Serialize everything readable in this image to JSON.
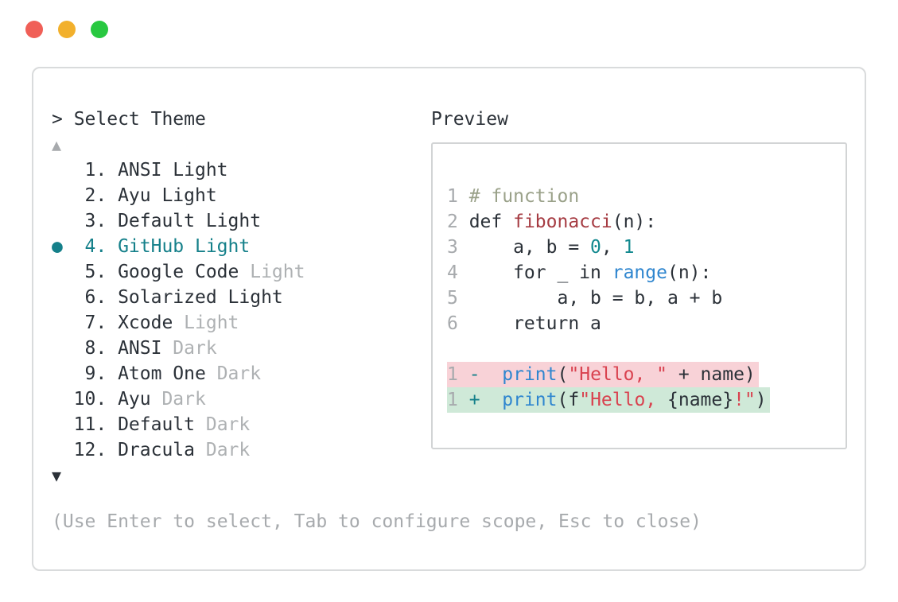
{
  "window": {
    "traffic_lights": [
      "close",
      "minimize",
      "zoom"
    ]
  },
  "selector": {
    "prompt_symbol": ">",
    "title": "Select Theme",
    "scroll_up_icon": "▲",
    "scroll_down_icon": "▼",
    "items": [
      {
        "num": "1.",
        "name": "ANSI Light",
        "dim": "",
        "selected": false
      },
      {
        "num": "2.",
        "name": "Ayu Light",
        "dim": "",
        "selected": false
      },
      {
        "num": "3.",
        "name": "Default Light",
        "dim": "",
        "selected": false
      },
      {
        "num": "4.",
        "name": "GitHub Light",
        "dim": "",
        "selected": true
      },
      {
        "num": "5.",
        "name": "Google Code",
        "dim": "Light",
        "selected": false
      },
      {
        "num": "6.",
        "name": "Solarized Light",
        "dim": "",
        "selected": false
      },
      {
        "num": "7.",
        "name": "Xcode",
        "dim": "Light",
        "selected": false
      },
      {
        "num": "8.",
        "name": "ANSI",
        "dim": "Dark",
        "selected": false
      },
      {
        "num": "9.",
        "name": "Atom One",
        "dim": "Dark",
        "selected": false
      },
      {
        "num": "10.",
        "name": "Ayu",
        "dim": "Dark",
        "selected": false
      },
      {
        "num": "11.",
        "name": "Default",
        "dim": "Dark",
        "selected": false
      },
      {
        "num": "12.",
        "name": "Dracula",
        "dim": "Dark",
        "selected": false
      }
    ],
    "selected_marker": "●",
    "footer": "(Use Enter to select, Tab to configure scope, Esc to close)"
  },
  "preview": {
    "title": "Preview",
    "code_lines": [
      {
        "num": "1",
        "tokens": [
          {
            "t": " ",
            "c": "ink"
          },
          {
            "t": "# function",
            "c": "comment"
          }
        ]
      },
      {
        "num": "2",
        "tokens": [
          {
            "t": " def ",
            "c": "ink"
          },
          {
            "t": "fibonacci",
            "c": "func"
          },
          {
            "t": "(n):",
            "c": "ink"
          }
        ]
      },
      {
        "num": "3",
        "tokens": [
          {
            "t": "     a, b = ",
            "c": "ink"
          },
          {
            "t": "0",
            "c": "number"
          },
          {
            "t": ", ",
            "c": "ink"
          },
          {
            "t": "1",
            "c": "number"
          }
        ]
      },
      {
        "num": "4",
        "tokens": [
          {
            "t": "     for _ in ",
            "c": "ink"
          },
          {
            "t": "range",
            "c": "blue"
          },
          {
            "t": "(n):",
            "c": "ink"
          }
        ]
      },
      {
        "num": "5",
        "tokens": [
          {
            "t": "         a, b = b, a + b",
            "c": "ink"
          }
        ]
      },
      {
        "num": "6",
        "tokens": [
          {
            "t": "     return a",
            "c": "ink"
          }
        ]
      }
    ],
    "diff_lines": [
      {
        "num": "1",
        "kind": "removed",
        "tokens": [
          {
            "t": " ",
            "c": "ink"
          },
          {
            "t": "-",
            "c": "sign"
          },
          {
            "t": "  ",
            "c": "ink"
          },
          {
            "t": "print",
            "c": "blue"
          },
          {
            "t": "(",
            "c": "ink"
          },
          {
            "t": "\"Hello, \"",
            "c": "string"
          },
          {
            "t": " + name)",
            "c": "ink"
          }
        ]
      },
      {
        "num": "1",
        "kind": "added",
        "tokens": [
          {
            "t": " ",
            "c": "ink"
          },
          {
            "t": "+",
            "c": "sign"
          },
          {
            "t": "  ",
            "c": "ink"
          },
          {
            "t": "print",
            "c": "blue"
          },
          {
            "t": "(f",
            "c": "ink"
          },
          {
            "t": "\"Hello, ",
            "c": "string"
          },
          {
            "t": "{name}",
            "c": "ink"
          },
          {
            "t": "!\"",
            "c": "string"
          },
          {
            "t": ")",
            "c": "ink"
          }
        ]
      }
    ]
  },
  "colors": {
    "accent_teal": "#15808a",
    "ink": "#2b3138",
    "gray": "#a7aaad",
    "comment": "#9aa189",
    "function_red": "#a63c43",
    "number_teal": "#12898f",
    "keyword_blue": "#2f86cf",
    "string_red": "#d9424f",
    "removed_bg": "#f8d2d7",
    "added_bg": "#cfe9d8",
    "traffic_red": "#f05f57",
    "traffic_yellow": "#f2b02c",
    "traffic_green": "#28c840"
  }
}
